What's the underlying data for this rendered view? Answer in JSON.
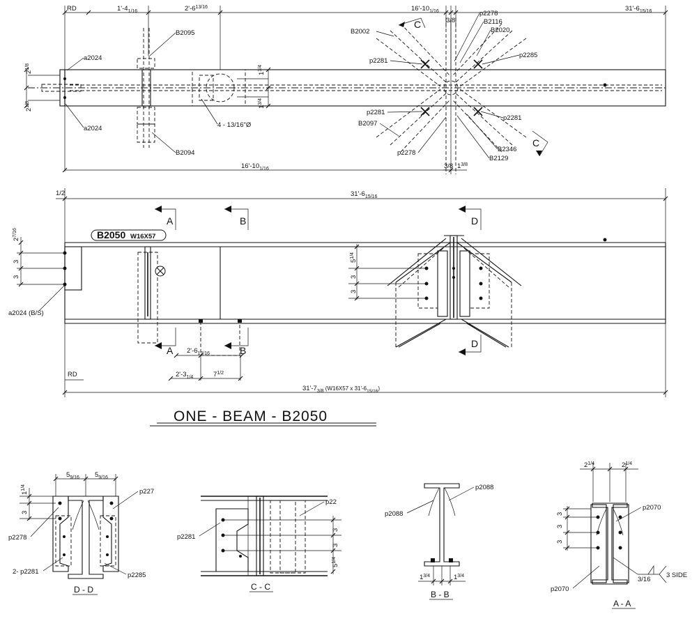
{
  "plan_view": {
    "dims": {
      "rd": "RD",
      "d_1_4": "1'-4",
      "d_1_4_frac": "1/16",
      "d_2_6": "2'-6",
      "d_2_6_frac": "13/16",
      "d_16_10": "16'-10",
      "d_16_10_frac": "1/16",
      "d_31_6": "31'-6",
      "d_31_6_frac": "15/16",
      "d_16_10_bottom": "16'-10",
      "d_16_10_bottom_frac": "1/16",
      "d_2_1": "2",
      "d_2_1_frac": "1/8",
      "d_2_2": "2",
      "d_2_2_frac": "1/8",
      "d_1_3": "1",
      "d_1_3_frac": "3/4",
      "d_1_4b": "1",
      "d_1_4b_frac": "3/4",
      "d_3_8a": "3/8",
      "d_3_8b": "3/8",
      "d_1_3_8": "1",
      "d_1_3_8_frac": "3/8",
      "holes": "4 - 13/16\"Ø"
    },
    "labels": {
      "a2024_top": "a2024",
      "a2024_bot": "a2024",
      "b2095": "B2095",
      "b2094": "B2094",
      "b2002": "B2002",
      "p2278_top": "p2278",
      "b2116": "B2116",
      "b2020": "B2020",
      "p2285": "p2285",
      "p2281_a": "p2281",
      "p2281_b": "p2281",
      "p2281_c": "p2281",
      "b2097": "B2097",
      "p2278_bot": "p2278",
      "b2346": "B2346",
      "b2129": "B2129",
      "cut_c": "C"
    }
  },
  "elevation": {
    "dims": {
      "half": "1/2",
      "overall": "31'-6",
      "overall_frac": "15/16",
      "d_2_7": "2",
      "d_2_7_frac": "7/16",
      "d_3a": "3",
      "d_3b": "3",
      "d_5_1_4": "5",
      "d_5_1_4_frac": "1/4",
      "d_3c": "3",
      "d_3d": "3",
      "d_2_6": "2'-6",
      "d_2_6_frac": "13/16",
      "d_2_3": "2'-3",
      "d_2_3_frac": "1/4",
      "d_7": "7",
      "d_7_frac": "1/2",
      "rd": "RD",
      "bottom": "31'-7",
      "bottom_frac": "3/8",
      "bottom_note": " (W16X57 x 31'-6",
      "bottom_note_frac": "15/16",
      "bottom_note_end": ")"
    },
    "labels": {
      "mark": "B2050",
      "size": "W16X57",
      "a2024bs": "a2024 (B/S)",
      "cut_a": "A",
      "cut_b": "B",
      "cut_d": "D"
    }
  },
  "title": "ONE - BEAM - B2050",
  "sections": {
    "dd": {
      "title": "D - D",
      "dims": {
        "a": "5",
        "a_frac": "9/16",
        "b": "5",
        "b_frac": "9/16",
        "c": "1",
        "c_frac": "1/4",
        "d": "3"
      },
      "labels": {
        "p227": "p227",
        "p2278": "p2278",
        "p2281": "2- p2281",
        "p2285": "p2285"
      }
    },
    "cc": {
      "title": "C - C",
      "dims": {
        "a": "3",
        "b": "3",
        "c": "5",
        "c_frac": "1/4"
      },
      "labels": {
        "p22": "p22",
        "p2281": "p2281"
      }
    },
    "bb": {
      "title": "B - B",
      "dims": {
        "a": "1",
        "a_frac": "3/4",
        "b": "1",
        "b_frac": "3/4"
      },
      "labels": {
        "p2088a": "p2088",
        "p2088b": "p2088"
      }
    },
    "aa": {
      "title": "A - A",
      "dims": {
        "a": "2",
        "a_frac": "1/4",
        "b": "2",
        "b_frac": "1/4",
        "c": "3",
        "d": "3",
        "e": "3"
      },
      "labels": {
        "p2070a": "p2070",
        "p2070b": "p2070",
        "weld": "3/16",
        "side": "3 SIDE"
      }
    }
  }
}
